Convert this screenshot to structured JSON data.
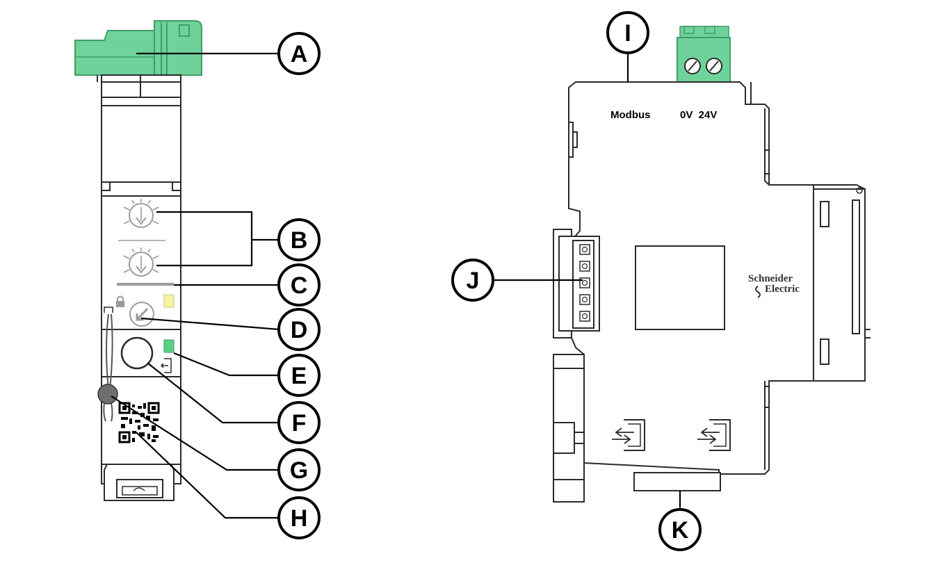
{
  "callouts": {
    "A": "A",
    "B": "B",
    "C": "C",
    "D": "D",
    "E": "E",
    "F": "F",
    "G": "G",
    "H": "H",
    "I": "I",
    "J": "J",
    "K": "K"
  },
  "device_labels": {
    "modbus": "Modbus",
    "power": "0V  24V",
    "brand_line1": "Schneider",
    "brand_line2": "Electric"
  },
  "colors": {
    "connector_green": "#6fd29a",
    "connector_green_dark": "#3e9c66",
    "led_yellow": "#f3f3a0",
    "led_green": "#5ccf84",
    "seal_grey": "#6e6e6e",
    "outline": "#2a2a2a"
  }
}
